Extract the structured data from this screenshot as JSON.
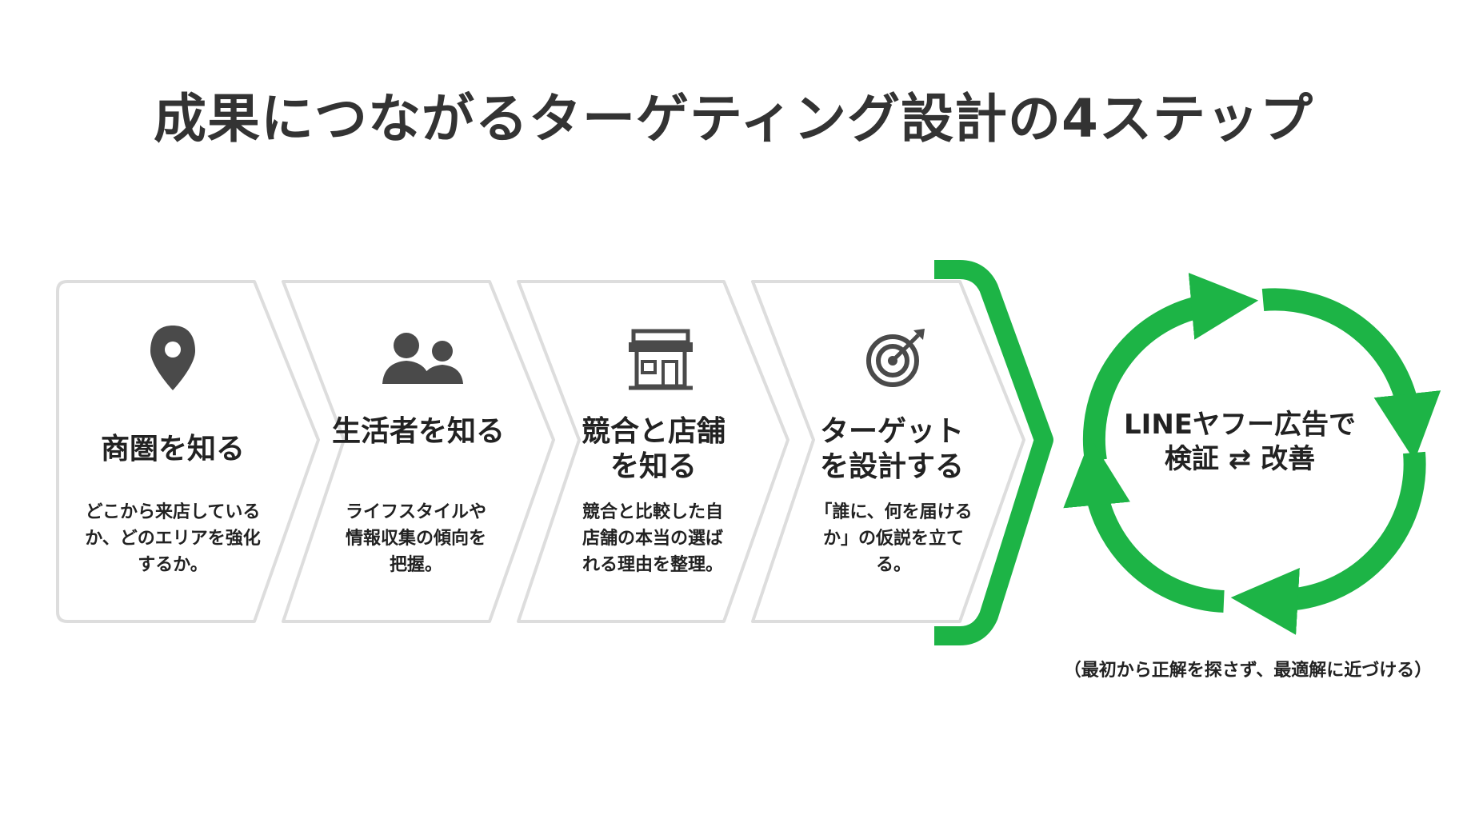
{
  "title": "成果につながるターゲティング設計の4ステップ",
  "steps": [
    {
      "icon": "map-pin-icon",
      "title": "商圏を知る",
      "description": "どこから来店しているか、どのエリアを強化するか。"
    },
    {
      "icon": "people-icon",
      "title": "生活者を知る",
      "description": "ライフスタイルや情報収集の傾向を把握。"
    },
    {
      "icon": "storefront-icon",
      "title": "競合と店舗を知る",
      "description": "競合と比較した自店舗の本当の選ばれる理由を整理。"
    },
    {
      "icon": "target-icon",
      "title": "ターゲットを設計する",
      "description": "「誰に、何を届けるか」の仮説を立てる。"
    }
  ],
  "cycle": {
    "label_line1": "LINEヤフー広告で",
    "label_line2": "検証 ⇄ 改善",
    "footnote": "（最初から正解を探さず、最適解に近づける）"
  },
  "colors": {
    "accent_green": "#1DB446",
    "card_border": "#DDDDDD",
    "icon_gray": "#4A4A4A",
    "text": "#222222"
  }
}
